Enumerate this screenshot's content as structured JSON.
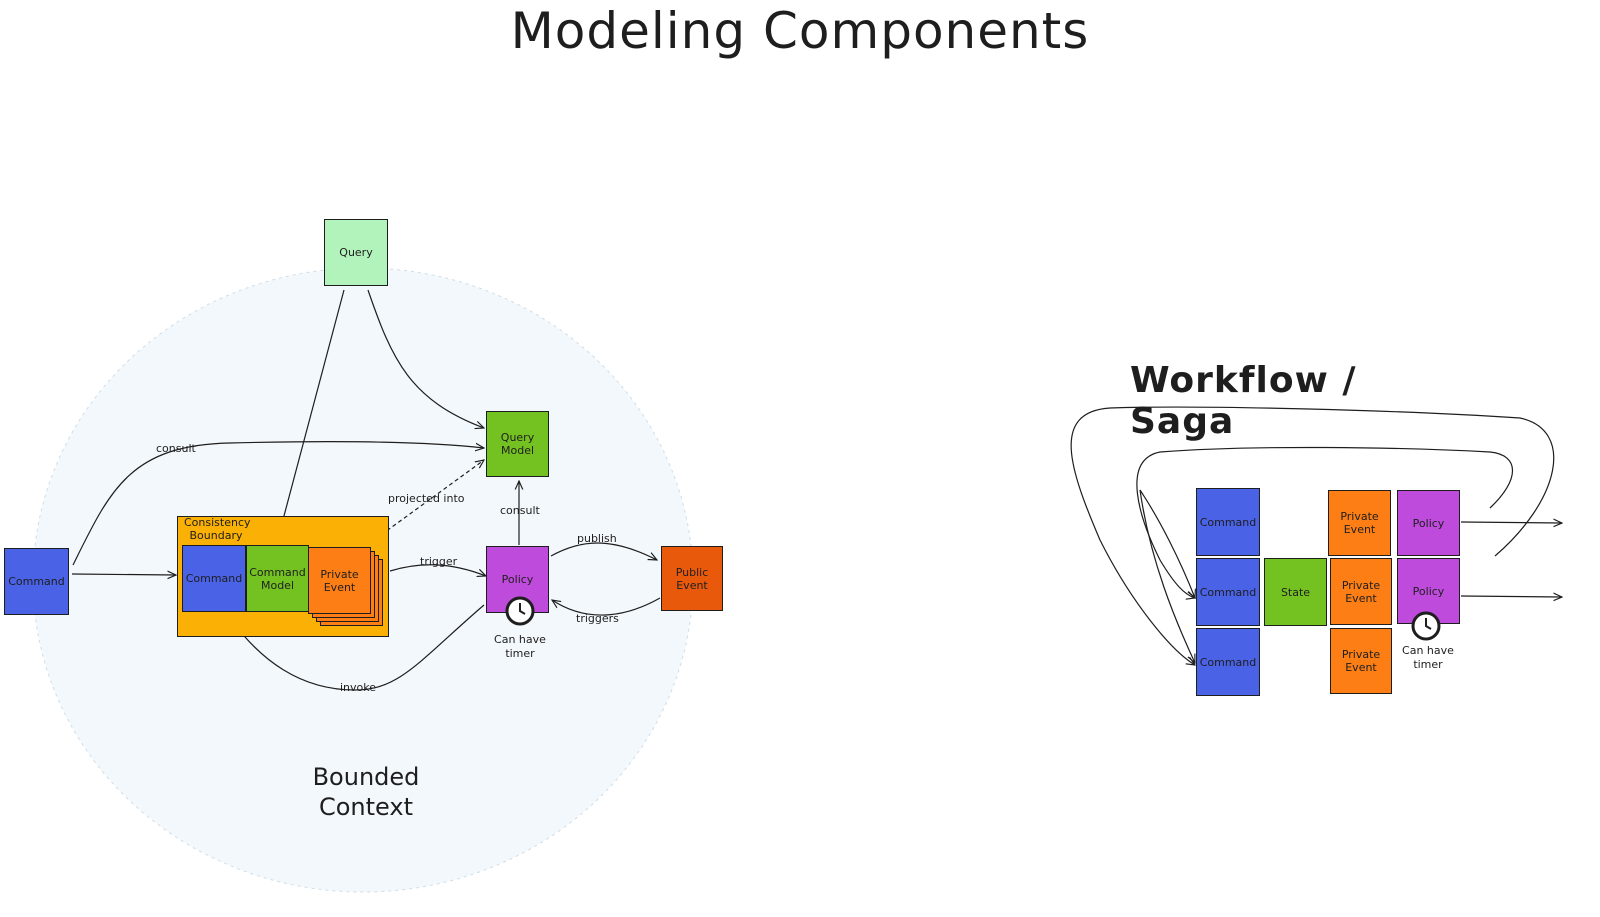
{
  "title": "Modeling Components",
  "bounded_context": {
    "label_line1": "Bounded",
    "label_line2": "Context",
    "query": "Query",
    "query_model": "Query\nModel",
    "consistency_boundary": "Consistency\nBoundary",
    "command_outer": "Command",
    "command_inner": "Command",
    "command_model": "Command\nModel",
    "private_event": "Private\nEvent",
    "policy": "Policy",
    "public_event": "Public\nEvent",
    "timer_note": "Can have\ntimer",
    "edges": {
      "consult_top": "consult",
      "consult_policy": "consult",
      "projected_into": "projected into",
      "trigger": "trigger",
      "publish": "publish",
      "triggers": "triggers",
      "invoke": "invoke"
    }
  },
  "workflow": {
    "title": "Workflow / Saga",
    "commands": [
      "Command",
      "Command",
      "Command"
    ],
    "state": "State",
    "private_events": [
      "Private\nEvent",
      "Private\nEvent",
      "Private\nEvent"
    ],
    "policies": [
      "Policy",
      "Policy"
    ],
    "timer_note": "Can have\ntimer"
  },
  "colors": {
    "command": "#4a63e6",
    "command_model": "#74c222",
    "query": "#b2f2bb",
    "private_event": "#fd7e14",
    "public_event": "#e8590c",
    "policy": "#be4bdb",
    "boundary": "#fab005",
    "context_fill": "#f3f8fc"
  },
  "icons": [
    "clock-icon",
    "arrow-icon"
  ]
}
